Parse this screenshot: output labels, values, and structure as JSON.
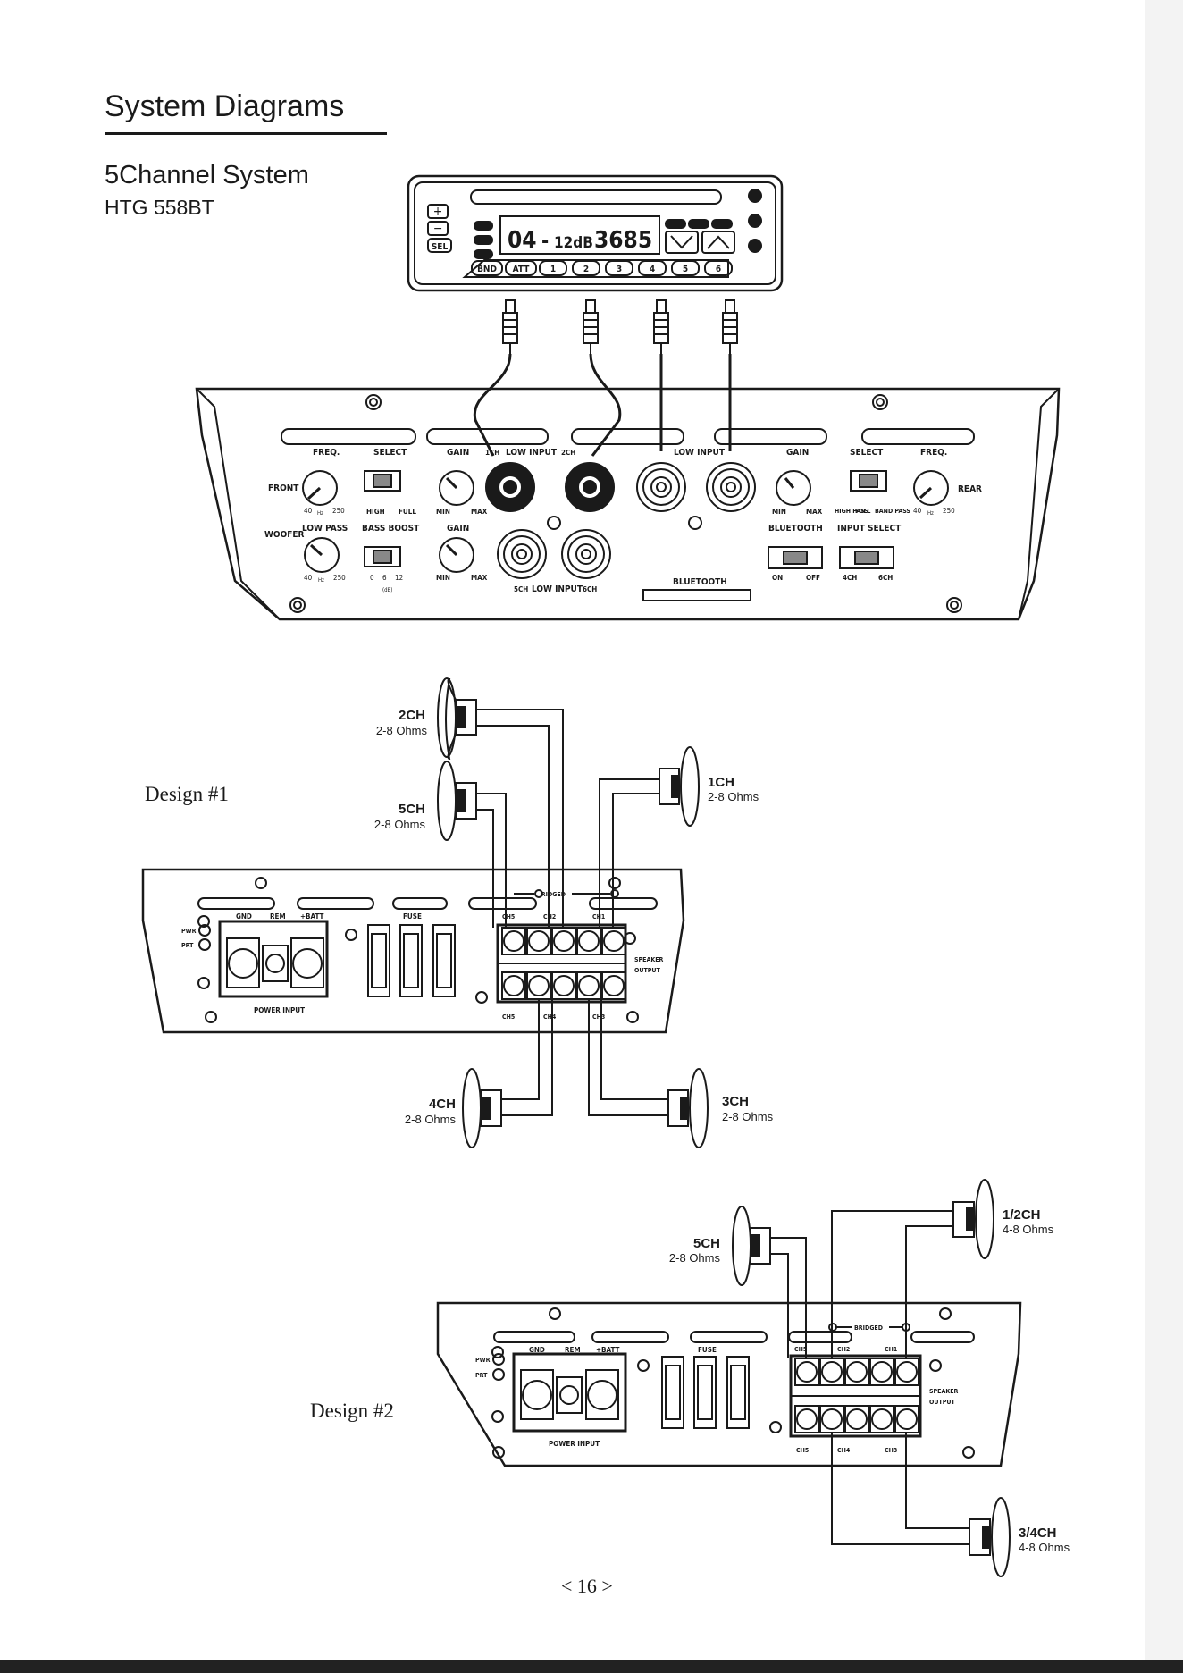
{
  "header": {
    "title": "System Diagrams",
    "system": "5Channel System",
    "model": "HTG 558BT"
  },
  "head_unit": {
    "display": {
      "track": "04",
      "dash": "-",
      "att": "12dB",
      "freq": "3685"
    },
    "buttons": {
      "plus": "+",
      "minus": "−",
      "sel": "SEL",
      "bnd": "BND",
      "att": "ATT",
      "presets": [
        "1",
        "2",
        "3",
        "4",
        "5",
        "6"
      ]
    }
  },
  "amp_front": {
    "labels": {
      "freq_l": "FREQ.",
      "select_l": "SELECT",
      "gain_l": "GAIN",
      "ch1": "1CH",
      "low_input_a": "LOW INPUT",
      "ch2": "2CH",
      "low_input_b": "LOW INPUT",
      "gain_r": "GAIN",
      "select_r": "SELECT",
      "freq_r": "FREQ.",
      "front": "FRONT",
      "rear": "REAR",
      "woofer": "WOOFER",
      "hz_40": "40",
      "hz": "Hz",
      "hz_250": "250",
      "high": "HIGH",
      "full": "FULL",
      "min": "MIN",
      "max": "MAX",
      "low_pass": "LOW PASS",
      "bass_boost": "BASS BOOST",
      "gain_2": "GAIN",
      "db0": "0",
      "db6": "6",
      "db12": "12",
      "db_unit": "(dB)",
      "ch5": "5CH",
      "low_input_c": "LOW INPUT",
      "ch6": "6CH",
      "bluetooth_label": "BLUETOOTH",
      "bluetooth_slot": "BLUETOOTH",
      "high_pass": "HIGH PASS",
      "full_2": "FULL",
      "band_pass": "BAND PASS",
      "input_select": "INPUT SELECT",
      "on": "ON",
      "off": "OFF",
      "ch4": "4CH",
      "ch6b": "6CH"
    }
  },
  "amp_panel": {
    "gnd": "GND",
    "rem": "REM",
    "batt": "+BATT",
    "fuse": "FUSE",
    "pwr": "PWR",
    "prt": "PRT",
    "power_input": "POWER INPUT",
    "bridged": "BRIDGED",
    "speaker": "SPEAKER",
    "output": "OUTPUT",
    "ch5": "CH5",
    "ch2": "CH2",
    "ch1": "CH1",
    "ch4": "CH4",
    "ch3": "CH3"
  },
  "designs": [
    {
      "label": "Design #1",
      "speakers": [
        {
          "name": "2CH",
          "ohms": "2-8 Ohms"
        },
        {
          "name": "5CH",
          "ohms": "2-8 Ohms"
        },
        {
          "name": "1CH",
          "ohms": "2-8 Ohms"
        },
        {
          "name": "4CH",
          "ohms": "2-8 Ohms"
        },
        {
          "name": "3CH",
          "ohms": "2-8 Ohms"
        }
      ]
    },
    {
      "label": "Design #2",
      "speakers": [
        {
          "name": "5CH",
          "ohms": "2-8 Ohms"
        },
        {
          "name": "1/2CH",
          "ohms": "4-8 Ohms"
        },
        {
          "name": "3/4CH",
          "ohms": "4-8 Ohms"
        }
      ]
    }
  ],
  "footer": {
    "page": "< 16 >"
  }
}
